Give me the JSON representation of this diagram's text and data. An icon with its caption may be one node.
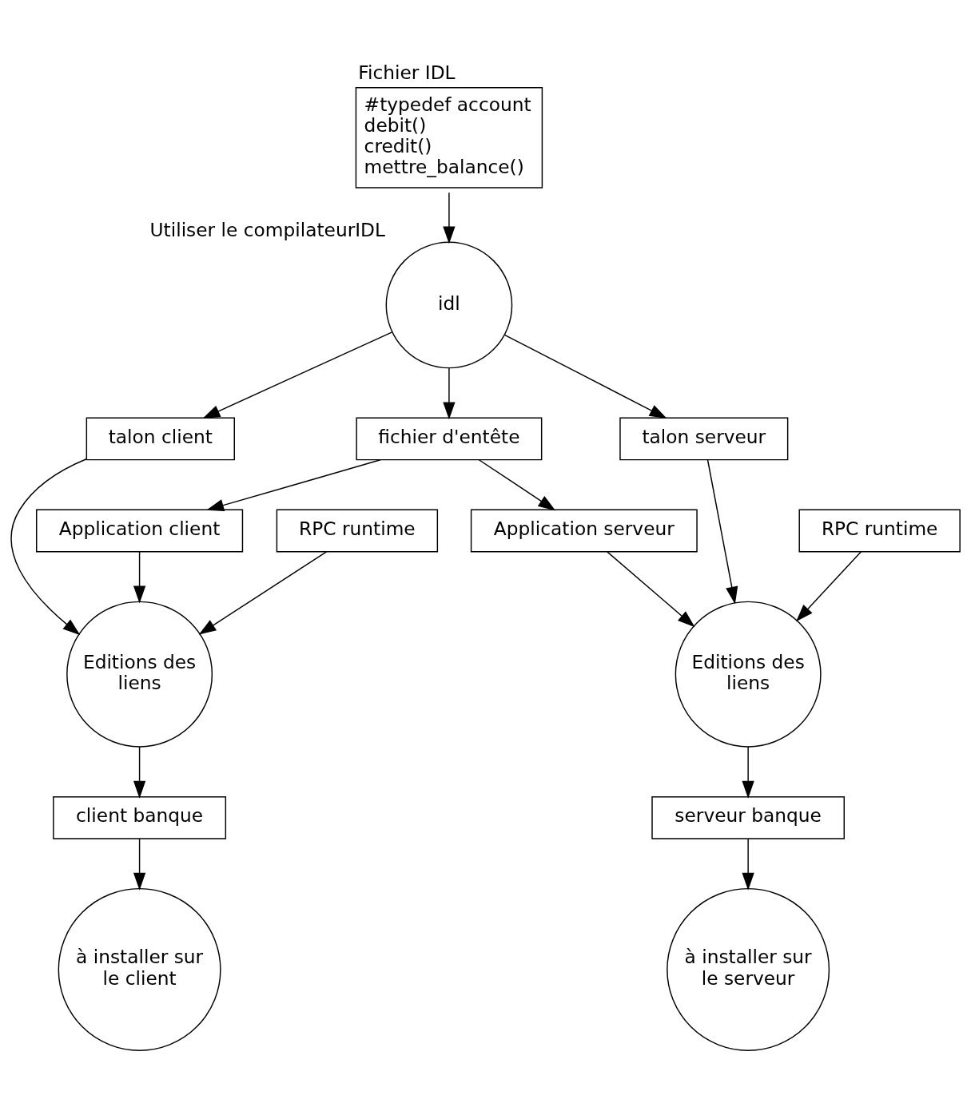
{
  "diagram": {
    "nodes": [
      {
        "text": [
          "Fichier IDL",
          "#typedef account",
          "debit()",
          "credit()",
          "mettre_balance()"
        ]
      },
      {
        "text": [
          "idl"
        ],
        "beside": [
          "Utiliser le compilateurIDL"
        ]
      },
      {
        "text": [
          "talon client"
        ]
      },
      {
        "text": [
          "fichier d'entête"
        ]
      },
      {
        "text": [
          "talon serveur"
        ]
      },
      {
        "text": [
          "RPC runtime"
        ]
      },
      {
        "text": [
          "Application client"
        ]
      },
      {
        "text": [
          "Application serveur"
        ]
      },
      {
        "text": [
          "RPC runtime"
        ]
      },
      {
        "text": [
          "Editions des liens"
        ]
      },
      {
        "text": [
          "Editions des liens"
        ]
      },
      {
        "text": [
          "client banque"
        ]
      },
      {
        "text": [
          "serveur banque"
        ]
      },
      {
        "text": [
          "à installer sur le client"
        ]
      },
      {
        "text": [
          "à installer sur le serveur"
        ]
      }
    ],
    "edges": [
      {
        "from": 0,
        "to": 1,
        "arrow": "to"
      },
      {
        "from": 1,
        "to": 2,
        "arrow": "to"
      },
      {
        "from": 1,
        "to": 3,
        "arrow": "to"
      },
      {
        "from": 1,
        "to": 4,
        "arrow": "to"
      },
      {
        "from": 3,
        "to": 6,
        "arrow": "to"
      },
      {
        "from": 3,
        "to": 7,
        "arrow": "to"
      },
      {
        "from": 5,
        "to": 9,
        "arrow": "to"
      },
      {
        "from": 2,
        "to": 9,
        "arrow": "to"
      },
      {
        "from": 6,
        "to": 9,
        "arrow": "to"
      },
      {
        "from": 7,
        "to": 10,
        "arrow": "to"
      },
      {
        "from": 4,
        "to": 10,
        "arrow": "to"
      },
      {
        "from": 8,
        "to": 10,
        "arrow": "to"
      },
      {
        "from": 9,
        "to": 11,
        "arrow": "to"
      },
      {
        "from": 10,
        "to": 12,
        "arrow": "to"
      },
      {
        "from": 11,
        "to": 13,
        "arrow": "to"
      },
      {
        "from": 12,
        "to": 14,
        "arrow": "to"
      }
    ]
  }
}
